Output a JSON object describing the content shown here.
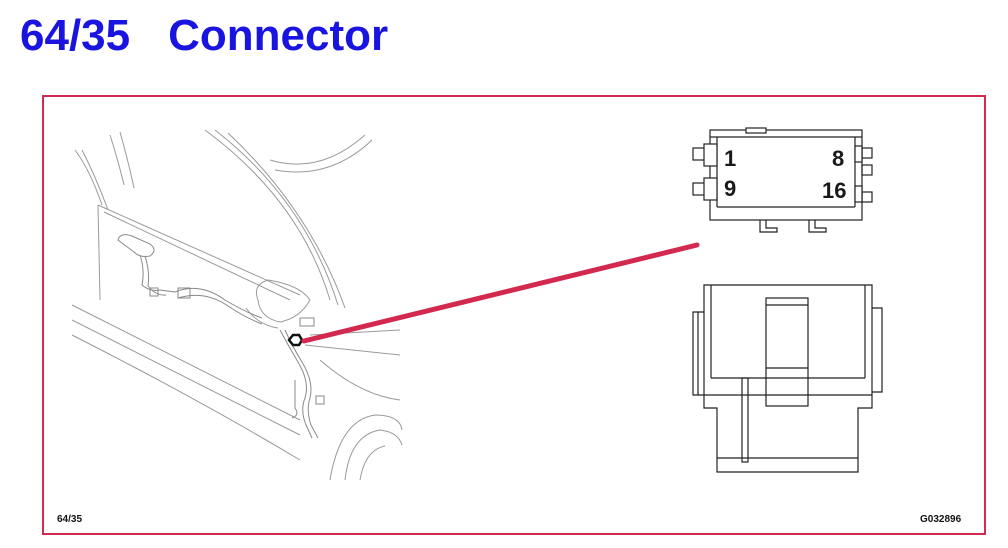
{
  "header": {
    "code": "64/35",
    "name": "Connector"
  },
  "connector": {
    "pin_labels": [
      "1",
      "8",
      "9",
      "16"
    ]
  },
  "footer": {
    "left_ref": "64/35",
    "right_ref": "G032896"
  },
  "colors": {
    "title": "#1a14e0",
    "frame": "#d3294f",
    "leader_line": "#d3294f",
    "drawing": "#9a9a9a"
  }
}
